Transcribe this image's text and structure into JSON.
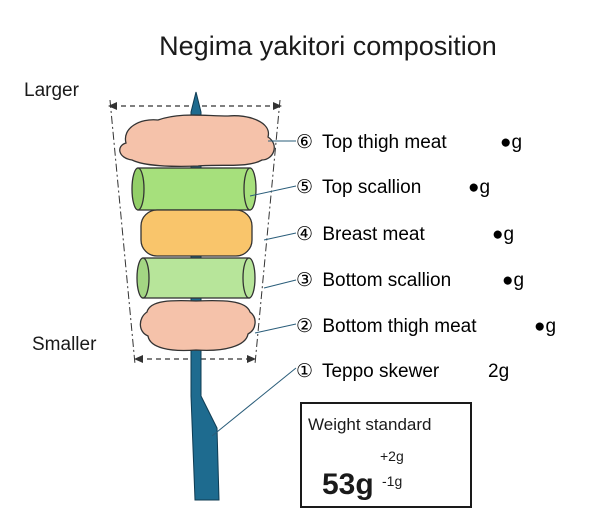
{
  "title": "Negima yakitori composition",
  "side_labels": {
    "top": "Larger",
    "bottom": "Smaller"
  },
  "parts": [
    {
      "num": "⑥",
      "name": "Top thigh meat",
      "weight": "●g",
      "color": "#f5c2aa"
    },
    {
      "num": "⑤",
      "name": "Top scallion",
      "weight": "●g",
      "color": "#a6e07c"
    },
    {
      "num": "④",
      "name": "Breast meat",
      "weight": "●g",
      "color": "#f9c56b"
    },
    {
      "num": "③",
      "name": "Bottom scallion",
      "weight": "●g",
      "color": "#b7e59a"
    },
    {
      "num": "②",
      "name": "Bottom thigh meat",
      "weight": "●g",
      "color": "#f5c2aa"
    },
    {
      "num": "①",
      "name": "Teppo skewer",
      "weight": "2g",
      "color": "#1e6b8f"
    }
  ],
  "weight_standard": {
    "title": "Weight standard",
    "value": "53g",
    "plus": "+2g",
    "minus": "-1g"
  }
}
